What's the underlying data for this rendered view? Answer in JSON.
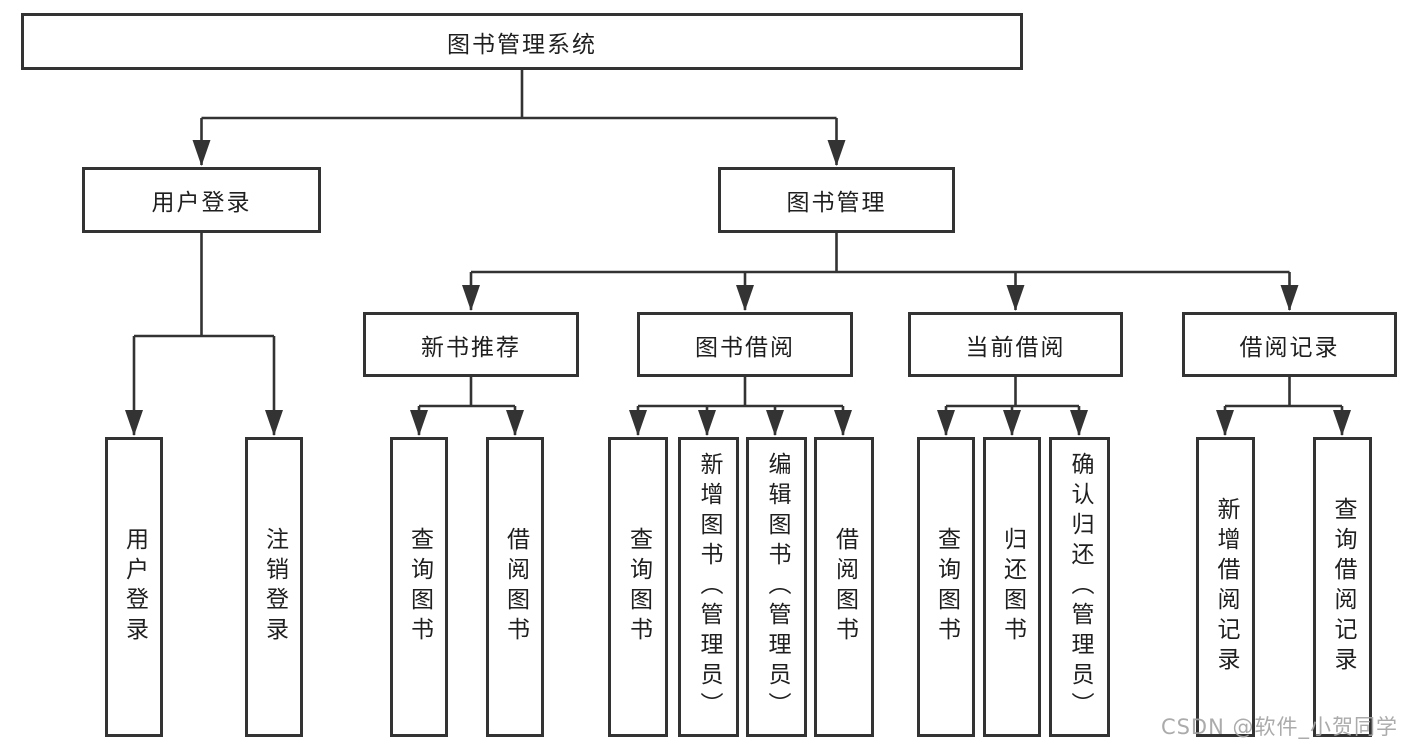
{
  "colors": {
    "line": "#333333",
    "box_border": "#333333",
    "box_background": "#ffffff",
    "text": "#1f1f1f",
    "watermark_text_color": "#a4a4a4"
  },
  "watermark": "CSDN @软件_小贺同学",
  "tree": {
    "root": "图书管理系统",
    "branches": [
      {
        "label": "用户登录",
        "leaves": [
          "用户登录",
          "注销登录"
        ]
      },
      {
        "label": "图书管理",
        "groups": [
          {
            "label": "新书推荐",
            "leaves": [
              "查询图书",
              "借阅图书"
            ]
          },
          {
            "label": "图书借阅",
            "leaves": [
              "查询图书",
              "新增图书（管理员）",
              "编辑图书（管理员）",
              "借阅图书"
            ]
          },
          {
            "label": "当前借阅",
            "leaves": [
              "查询图书",
              "归还图书",
              "确认归还（管理员）"
            ]
          },
          {
            "label": "借阅记录",
            "leaves": [
              "新增借阅记录",
              "查询借阅记录"
            ]
          }
        ]
      }
    ]
  }
}
